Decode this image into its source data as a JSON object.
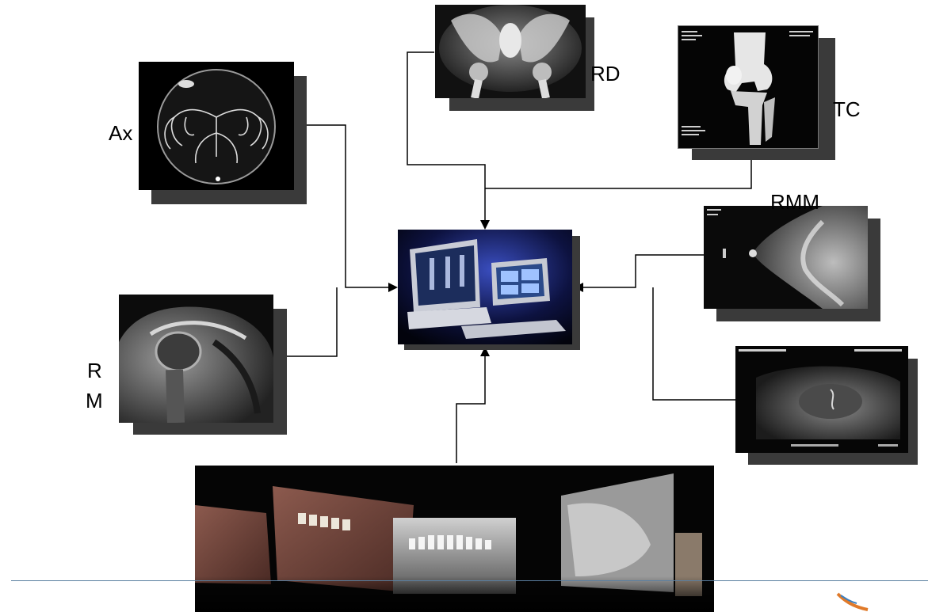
{
  "labels": {
    "angio": "Ax",
    "pelvis": "RD",
    "knee": "TC",
    "mammo": "RMM",
    "shoulder_line1": "R",
    "shoulder_line2": "M"
  },
  "colors": {
    "connector": "#000000",
    "shadow": "#3a3a3a",
    "rule": "#5a7fa0"
  },
  "icons": {
    "arrow": "arrow-head-icon"
  }
}
